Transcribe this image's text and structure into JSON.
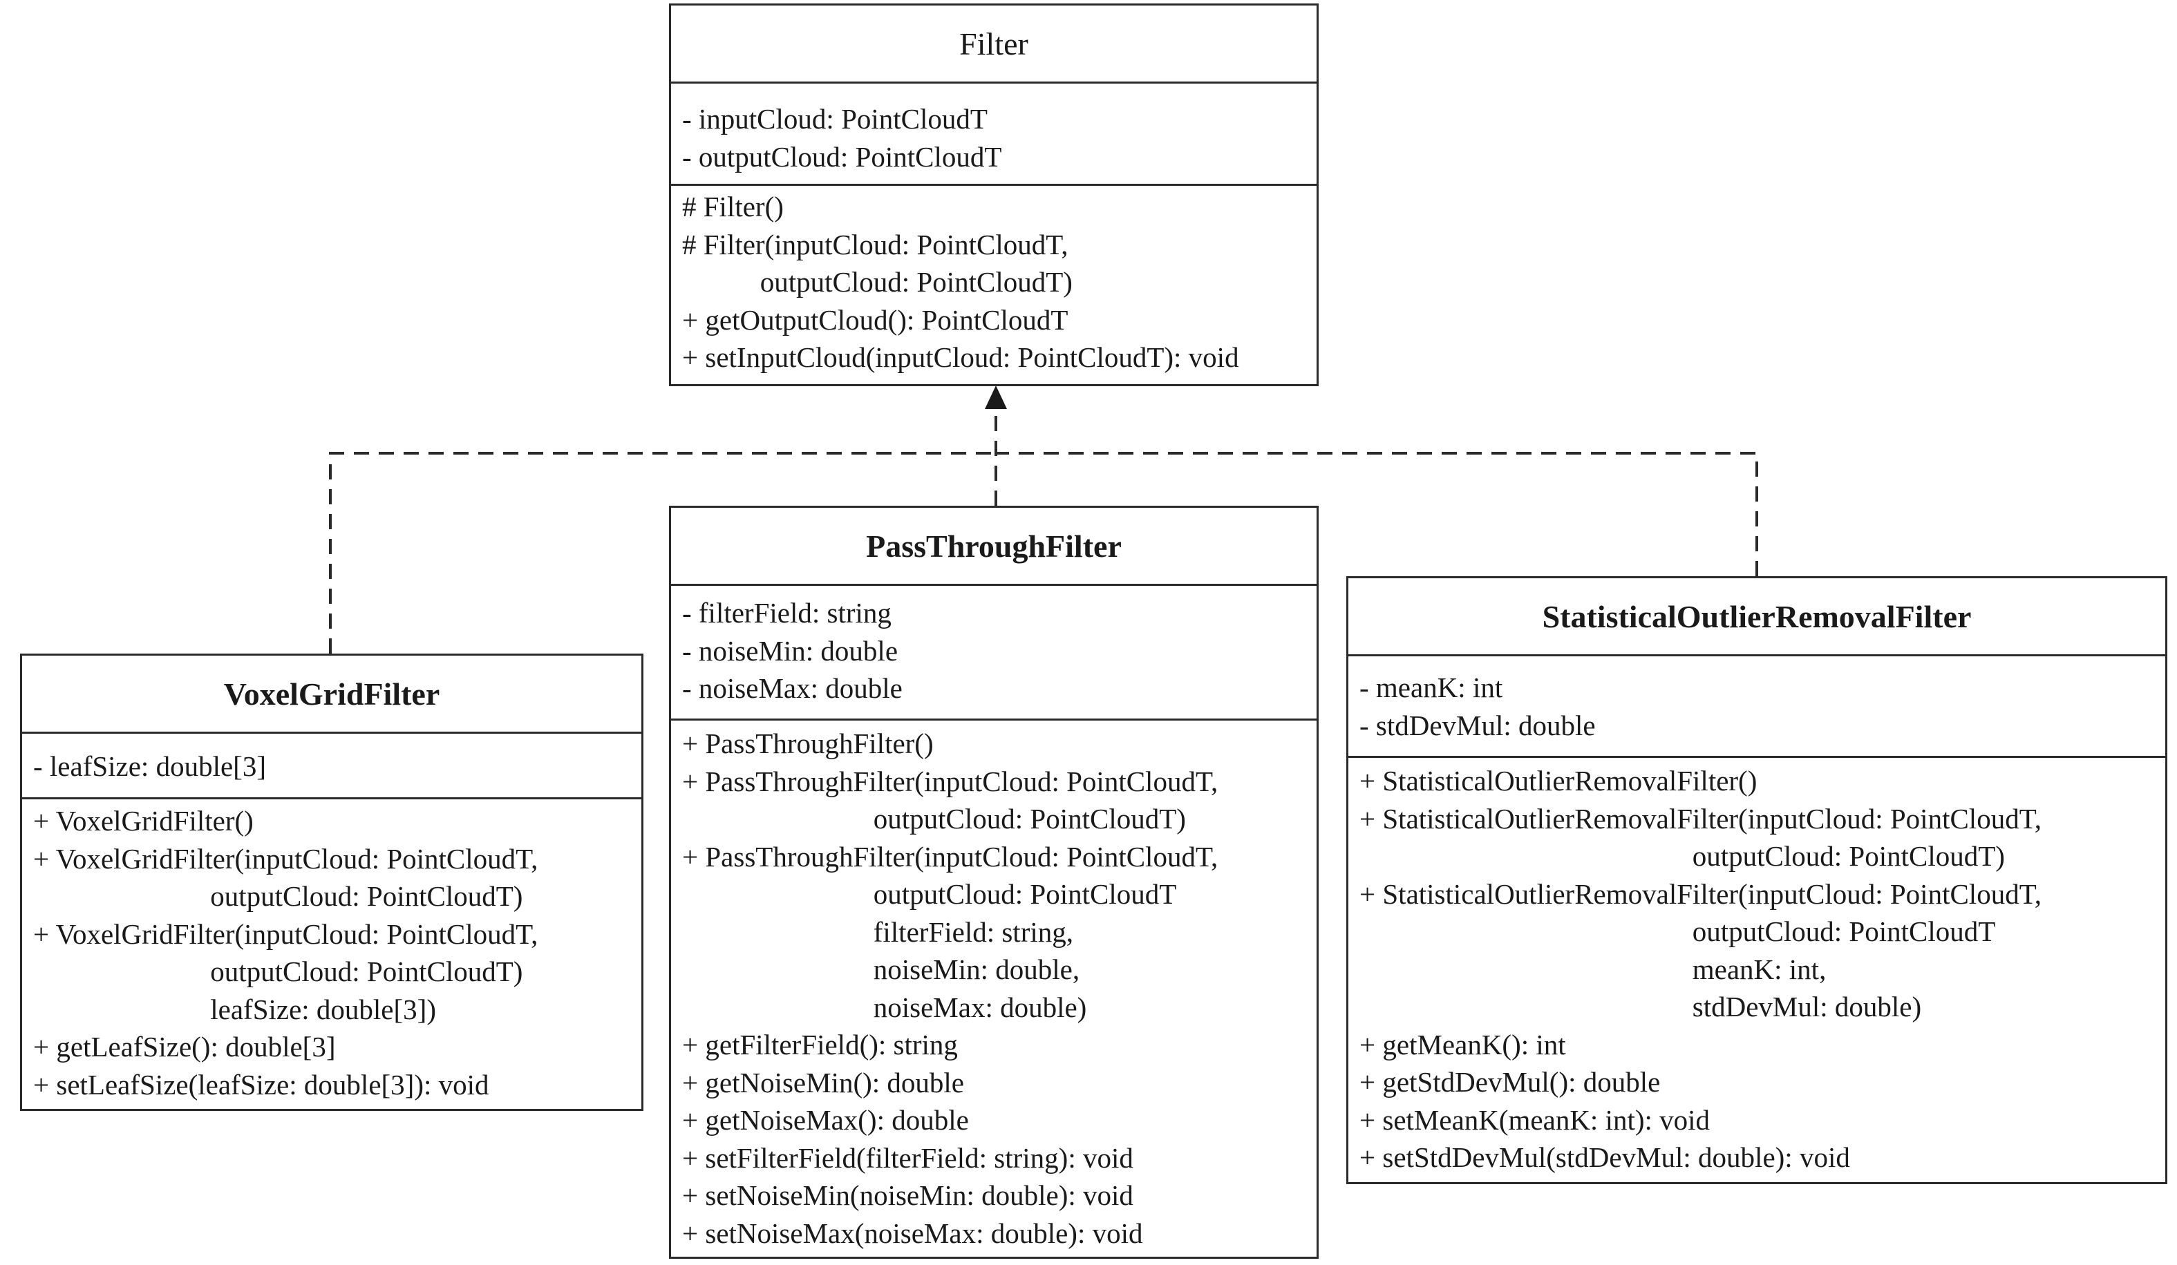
{
  "classes": {
    "filter": {
      "name": "Filter",
      "attributes": [
        "- inputCloud: PointCloudT",
        "- outputCloud: PointCloudT"
      ],
      "operations": [
        "# Filter()",
        "# Filter(inputCloud: PointCloudT,",
        "           outputCloud: PointCloudT)",
        "+ getOutputCloud(): PointCloudT",
        "+ setInputCloud(inputCloud: PointCloudT): void"
      ]
    },
    "voxel_grid_filter": {
      "name": "VoxelGridFilter",
      "attributes": [
        "- leafSize: double[3]"
      ],
      "operations": [
        "+ VoxelGridFilter()",
        "+ VoxelGridFilter(inputCloud: PointCloudT,",
        "                         outputCloud: PointCloudT)",
        "+ VoxelGridFilter(inputCloud: PointCloudT,",
        "                         outputCloud: PointCloudT)",
        "                         leafSize: double[3])",
        "+ getLeafSize(): double[3]",
        "+ setLeafSize(leafSize: double[3]): void"
      ]
    },
    "pass_through_filter": {
      "name": "PassThroughFilter",
      "attributes": [
        "- filterField: string",
        "- noiseMin: double",
        "- noiseMax: double"
      ],
      "operations": [
        "+ PassThroughFilter()",
        "+ PassThroughFilter(inputCloud: PointCloudT,",
        "                           outputCloud: PointCloudT)",
        "+ PassThroughFilter(inputCloud: PointCloudT,",
        "                           outputCloud: PointCloudT",
        "                           filterField: string,",
        "                           noiseMin: double,",
        "                           noiseMax: double)",
        "+ getFilterField(): string",
        "+ getNoiseMin(): double",
        "+ getNoiseMax(): double",
        "+ setFilterField(filterField: string): void",
        "+ setNoiseMin(noiseMin: double): void",
        "+ setNoiseMax(noiseMax: double): void"
      ]
    },
    "statistical_outlier_removal_filter": {
      "name": "StatisticalOutlierRemovalFilter",
      "attributes": [
        "- meanK: int",
        "- stdDevMul: double"
      ],
      "operations": [
        "+ StatisticalOutlierRemovalFilter()",
        "+ StatisticalOutlierRemovalFilter(inputCloud: PointCloudT,",
        "                                               outputCloud: PointCloudT)",
        "+ StatisticalOutlierRemovalFilter(inputCloud: PointCloudT,",
        "                                               outputCloud: PointCloudT",
        "                                               meanK: int,",
        "                                               stdDevMul: double)",
        "+ getMeanK(): int",
        "+ getStdDevMul(): double",
        "+ setMeanK(meanK: int): void",
        "+ setStdDevMul(stdDevMul: double): void"
      ]
    }
  }
}
